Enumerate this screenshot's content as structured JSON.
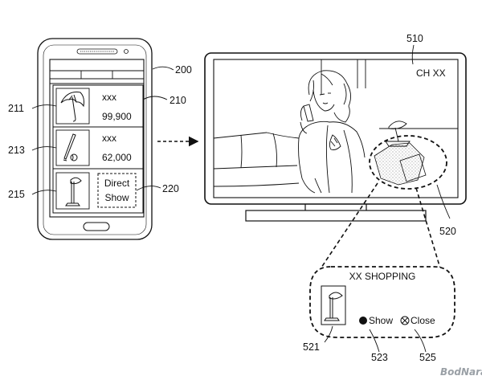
{
  "phone": {
    "label": "200",
    "list_label": "210",
    "items": [
      {
        "ref": "211",
        "name": "xxx",
        "price": "99,900",
        "icon": "umbrella-icon"
      },
      {
        "ref": "213",
        "name": "xxx",
        "price": "62,000",
        "icon": "baseball-bat-icon"
      },
      {
        "ref": "215",
        "icon": "desk-lamp-icon"
      }
    ],
    "direct_show": {
      "line1": "Direct",
      "line2": "Show",
      "ref": "220"
    }
  },
  "tv": {
    "label": "510",
    "channel": "CH XX",
    "highlight_ref": "520"
  },
  "popup": {
    "title": "XX SHOPPING",
    "show_label": "Show",
    "close_label": "Close",
    "thumb_ref": "521",
    "show_ref": "523",
    "close_ref": "525"
  },
  "watermark": "BodNara"
}
